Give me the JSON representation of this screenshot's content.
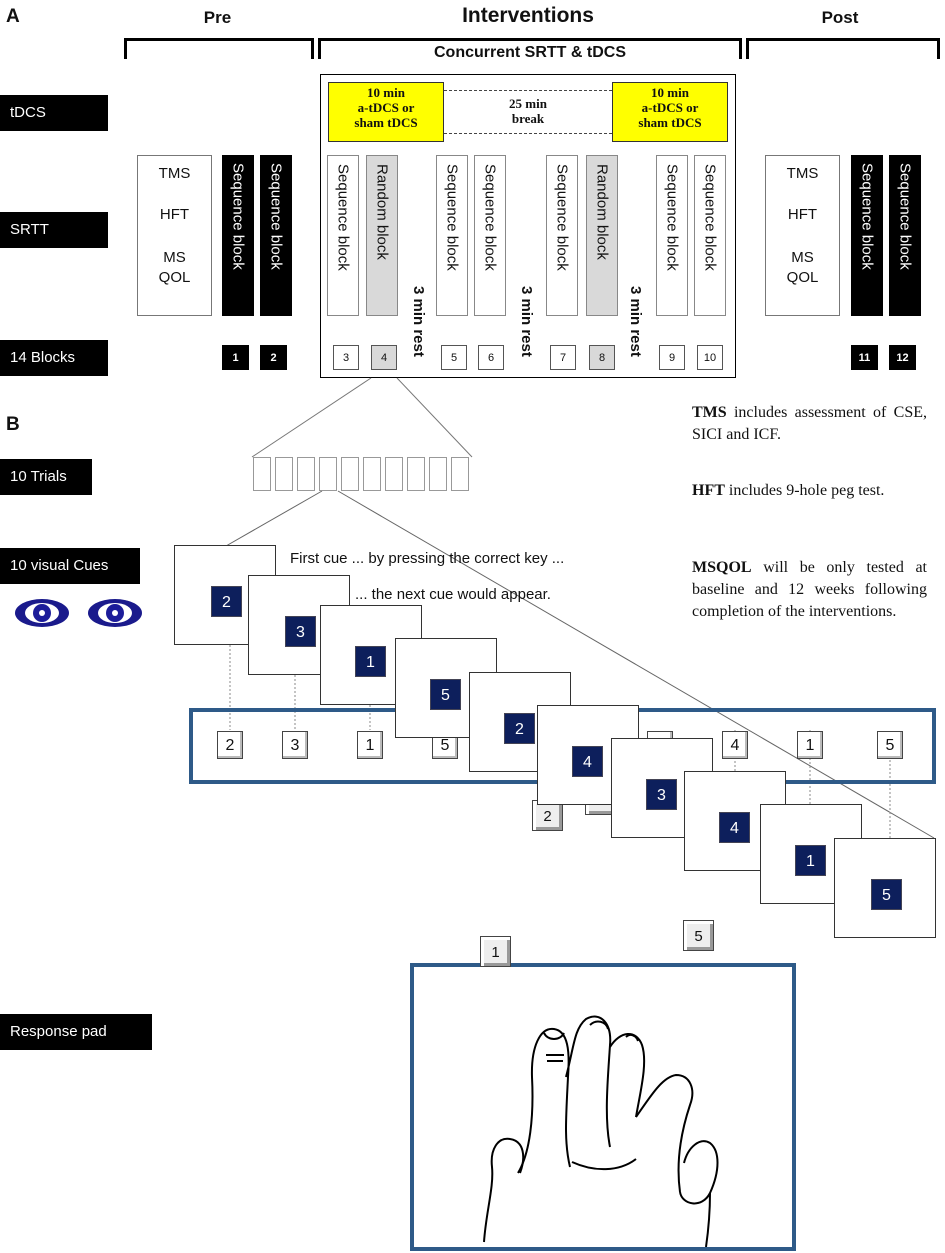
{
  "panels": {
    "a": "A",
    "b": "B"
  },
  "phases": {
    "pre": "Pre",
    "interventions": "Interventions",
    "post": "Post",
    "concurrent": "Concurrent SRTT & tDCS"
  },
  "rows": {
    "tdcs": "tDCS",
    "srtt": "SRTT",
    "blocks": "14 Blocks",
    "trials": "10 Trials",
    "cues": "10 visual Cues",
    "pad": "Response pad"
  },
  "assessment": {
    "tms": "TMS",
    "hft": "HFT",
    "ms": "MS",
    "qol": "QOL"
  },
  "tdcs_boxes": {
    "stim_line1": "10 min",
    "stim_line2": "a-tDCS or",
    "stim_line3": "sham tDCS",
    "break_line1": "25 min",
    "break_line2": "break"
  },
  "labels": {
    "sequence": "Sequence block",
    "random": "Random block",
    "rest": "3 min rest"
  },
  "block_numbers": [
    "1",
    "2",
    "3",
    "4",
    "5",
    "6",
    "7",
    "8",
    "9",
    "10",
    "11",
    "12"
  ],
  "cue_texts": {
    "first": "First cue ... by pressing the correct key ...",
    "next": "... the next cue would appear."
  },
  "sequence": [
    "2",
    "3",
    "1",
    "5",
    "2",
    "4",
    "3",
    "4",
    "1",
    "5"
  ],
  "pad_keys": [
    "1",
    "2",
    "3",
    "4",
    "5"
  ],
  "notes": {
    "tms_bold": "TMS",
    "tms_rest": " includes assessment of CSE, SICI and ICF.",
    "hft_bold": "HFT",
    "hft_rest": " includes 9-hole peg test.",
    "msqol_bold": "MSQOL",
    "msqol_rest": " will be only tested at baseline and 12 weeks following completion of the interventions."
  },
  "colors": {
    "highlight": "#ffff00",
    "cue": "#0d1f5c",
    "frame": "#2e5a88",
    "random": "#d9d9d9"
  }
}
